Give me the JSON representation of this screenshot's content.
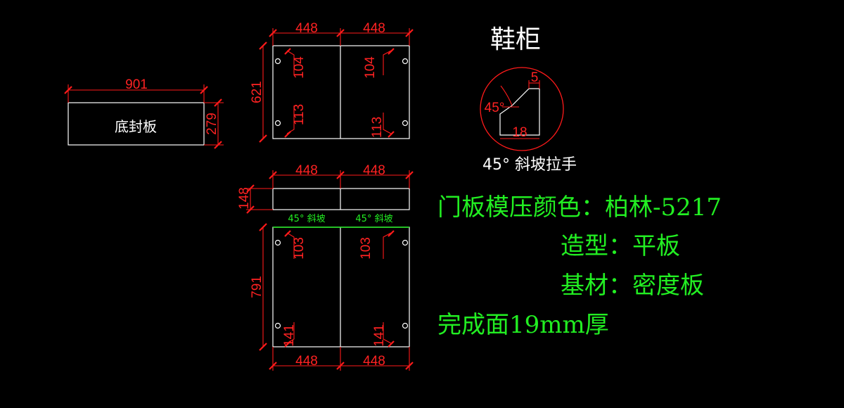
{
  "title": "鞋柜",
  "bottom_panel": {
    "label": "底封板",
    "width": "901",
    "height": "279"
  },
  "top_cabinet": {
    "left_width": "448",
    "right_width": "448",
    "height": "621",
    "handle_top_left": "104",
    "handle_top_right": "104",
    "handle_bottom_left": "113",
    "handle_bottom_right": "113"
  },
  "drawer": {
    "left_width": "448",
    "right_width": "448",
    "height": "148",
    "slope_left": "45° 斜坡",
    "slope_right": "45° 斜坡"
  },
  "lower_cabinet": {
    "height": "791",
    "handle_top_left": "103",
    "handle_top_right": "103",
    "handle_bottom_left": "141",
    "handle_bottom_right": "141",
    "bottom_left_width": "448",
    "bottom_right_width": "448"
  },
  "handle_detail": {
    "angle": "45°",
    "top": "5",
    "bottom": "18",
    "caption": "45° 斜坡拉手"
  },
  "specs": {
    "line1": "门板模压颜色：柏林-5217",
    "line2": "造型：平板",
    "line3": "基材：密度板",
    "line4": "完成面19mm厚"
  },
  "colors": {
    "line": "#ffffff",
    "dimension": "#ff1a1a",
    "note": "#22ee22",
    "background": "#000000"
  }
}
